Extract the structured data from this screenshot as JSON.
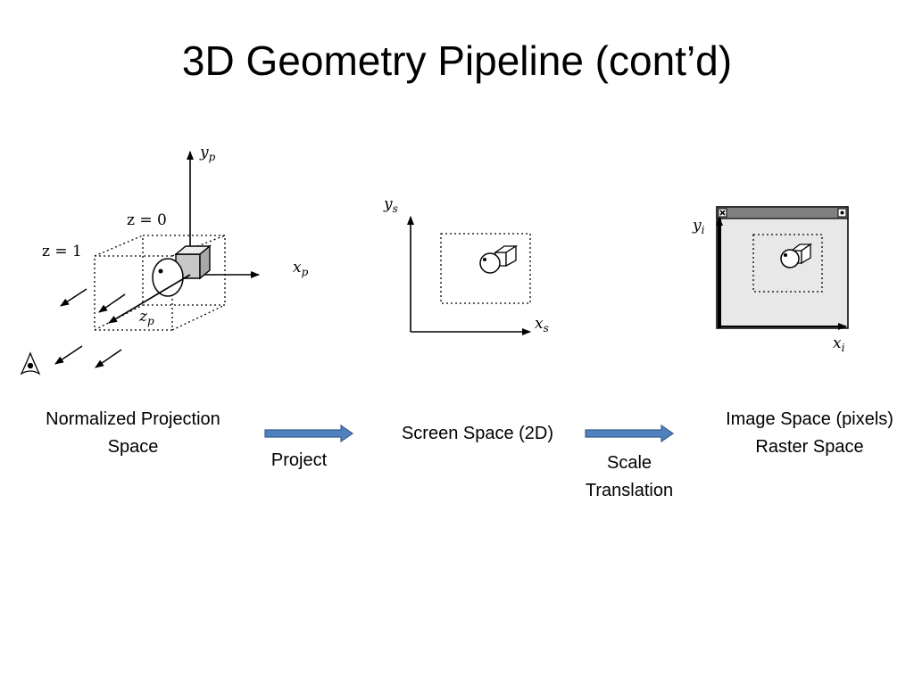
{
  "slide": {
    "title": "3D Geometry Pipeline (cont’d)"
  },
  "diagram": {
    "normalized": {
      "y_axis": "y",
      "y_sub": "p",
      "x_axis": "x",
      "x_sub": "p",
      "z_axis": "z",
      "z_sub": "p",
      "plane_near": "z = 0",
      "plane_far": "z = 1",
      "caption_line1": "Normalized Projection",
      "caption_line2": "Space"
    },
    "screen": {
      "y_axis": "y",
      "y_sub": "s",
      "x_axis": "x",
      "x_sub": "s",
      "caption": "Screen Space (2D)"
    },
    "image": {
      "y_axis": "y",
      "y_sub": "i",
      "x_axis": "x",
      "x_sub": "i",
      "caption_line1": "Image Space (pixels)",
      "caption_line2": "Raster Space"
    },
    "arrows": {
      "project_label": "Project",
      "scale_label_line1": "Scale",
      "scale_label_line2": "Translation"
    },
    "colors": {
      "arrow_fill": "#4f81bd",
      "arrow_stroke": "#385d8a",
      "window_titlebar": "#808080",
      "window_body": "#e8e8e8",
      "cube_fill": "#c8c8c8"
    }
  }
}
